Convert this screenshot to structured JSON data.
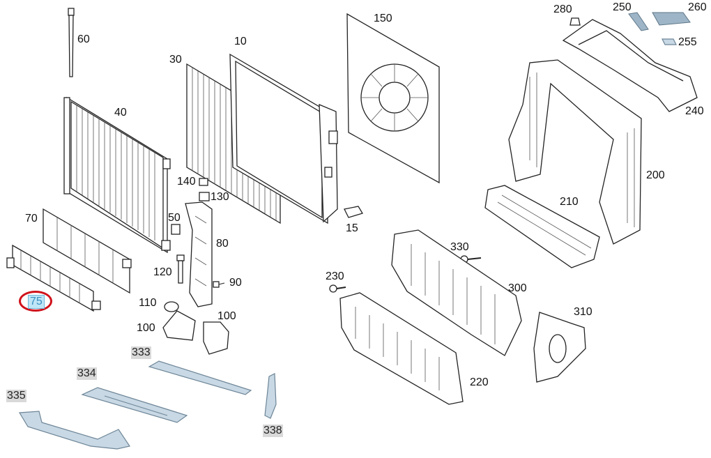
{
  "diagram": {
    "callouts": [
      {
        "id": "60",
        "text": "60"
      },
      {
        "id": "40",
        "text": "40"
      },
      {
        "id": "30",
        "text": "30"
      },
      {
        "id": "10",
        "text": "10"
      },
      {
        "id": "150",
        "text": "150"
      },
      {
        "id": "280",
        "text": "280"
      },
      {
        "id": "250",
        "text": "250"
      },
      {
        "id": "260",
        "text": "260"
      },
      {
        "id": "255",
        "text": "255"
      },
      {
        "id": "240",
        "text": "240"
      },
      {
        "id": "200",
        "text": "200"
      },
      {
        "id": "140",
        "text": "140"
      },
      {
        "id": "130",
        "text": "130"
      },
      {
        "id": "70",
        "text": "70"
      },
      {
        "id": "50",
        "text": "50"
      },
      {
        "id": "80",
        "text": "80"
      },
      {
        "id": "15",
        "text": "15"
      },
      {
        "id": "210",
        "text": "210"
      },
      {
        "id": "120",
        "text": "120"
      },
      {
        "id": "90",
        "text": "90"
      },
      {
        "id": "75",
        "text": "75"
      },
      {
        "id": "110",
        "text": "110"
      },
      {
        "id": "100a",
        "text": "100"
      },
      {
        "id": "100b",
        "text": "100"
      },
      {
        "id": "330",
        "text": "330"
      },
      {
        "id": "230",
        "text": "230"
      },
      {
        "id": "300",
        "text": "300"
      },
      {
        "id": "310",
        "text": "310"
      },
      {
        "id": "220",
        "text": "220"
      },
      {
        "id": "333",
        "text": "333"
      },
      {
        "id": "334",
        "text": "334"
      },
      {
        "id": "335",
        "text": "335"
      },
      {
        "id": "338",
        "text": "338"
      }
    ],
    "highlighted_callout": "75",
    "colors": {
      "highlight_ring": "#d0121b",
      "highlight_fill": "#bfe6f7",
      "grey_label_bg": "#d9d9d9",
      "blue_part": "#c8d8e4"
    }
  }
}
